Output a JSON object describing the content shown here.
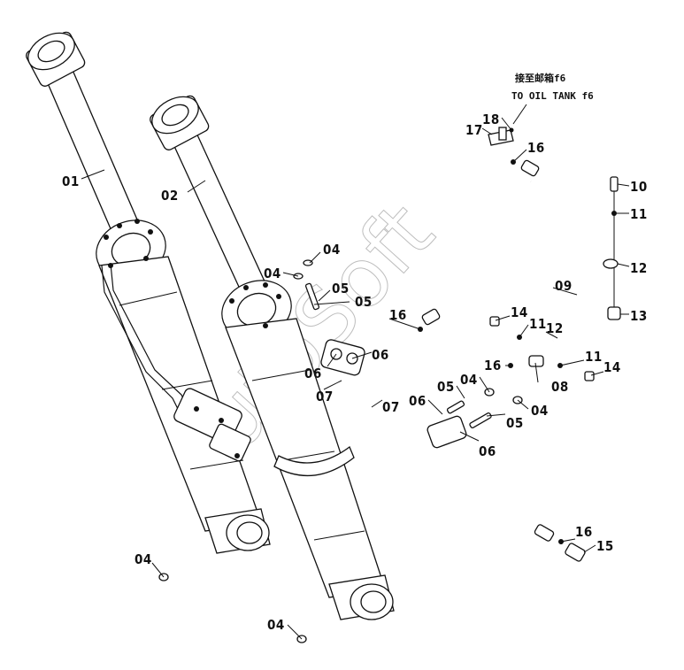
{
  "watermark": "AutoSoft",
  "note": {
    "cn": "接至邮箱f6",
    "en": "TO OIL TANK f6"
  },
  "callouts": {
    "c01": "01",
    "c02": "02",
    "c04a": "04",
    "c04b": "04",
    "c04c": "04",
    "c04d": "04",
    "c04e": "04",
    "c04f": "04",
    "c05a": "05",
    "c05b": "05",
    "c05c": "05",
    "c05d": "05",
    "c06a": "06",
    "c06b": "06",
    "c06c": "06",
    "c06d": "06",
    "c07a": "07",
    "c07b": "07",
    "c08": "08",
    "c09": "09",
    "c10": "10",
    "c11a": "11",
    "c11b": "11",
    "c11c": "11",
    "c12a": "12",
    "c12b": "12",
    "c13": "13",
    "c14a": "14",
    "c14b": "14",
    "c15": "15",
    "c16a": "16",
    "c16b": "16",
    "c16c": "16",
    "c16d": "16",
    "c17": "17",
    "c18": "18"
  }
}
